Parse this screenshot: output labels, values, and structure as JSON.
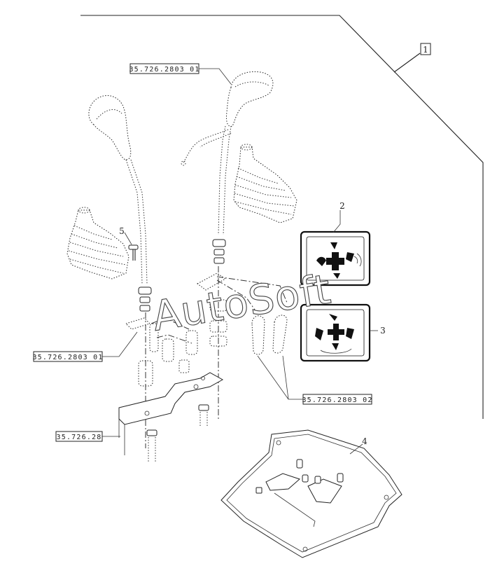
{
  "references": {
    "ref_top": "35.726.2803 01",
    "ref_left": "35.726.2803 01",
    "ref_right": "35.726.2803 02",
    "ref_bottom": "35.726.28"
  },
  "callouts": {
    "assembly": "1",
    "decal_upper": "2",
    "decal_lower": "3",
    "mat": "4",
    "bolt": "5"
  },
  "watermark": "AutoSoft"
}
